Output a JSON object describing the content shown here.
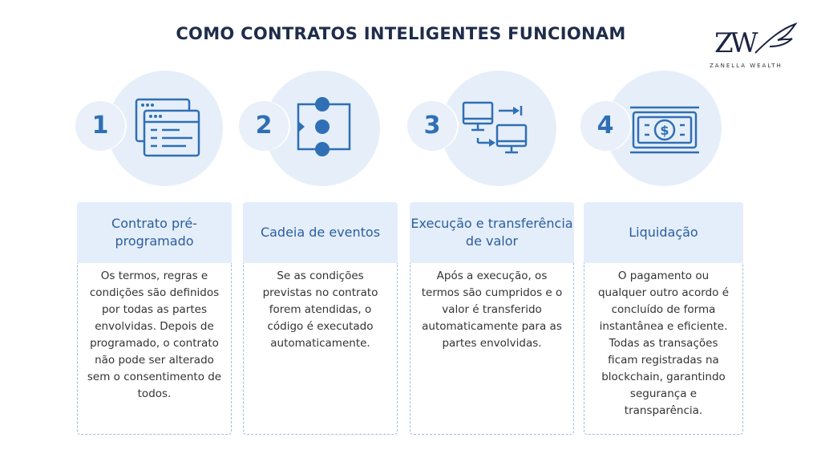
{
  "title": "COMO CONTRATOS INTELIGENTES FUNCIONAM",
  "logo": {
    "monogram": "ZW",
    "name": "ZANELLA WEALTH"
  },
  "colors": {
    "accent": "#2f6fb5",
    "heading": "#2a5d9e",
    "circle": "#e6eff9"
  },
  "steps": [
    {
      "number": "1",
      "icon": "browser-windows-icon",
      "heading": "Contrato pré-programado",
      "text": "Os termos, regras e condições são definidos por todas as partes envolvidas. Depois de programado, o contrato não pode ser alterado sem o consentimento de todos."
    },
    {
      "number": "2",
      "icon": "event-chain-icon",
      "heading": "Cadeia de eventos",
      "text": "Se as condições previstas no contrato forem atendidas, o código é executado automaticamente."
    },
    {
      "number": "3",
      "icon": "computer-transfer-icon",
      "heading": "Execução e transferência de valor",
      "text": "Após a execução, os termos são cumpridos e o valor é transferido automaticamente para as partes envolvidas."
    },
    {
      "number": "4",
      "icon": "banknote-icon",
      "heading": "Liquidação",
      "text": "O pagamento ou qualquer outro acordo é concluído de forma instantânea e eficiente. Todas as transações ficam registradas na blockchain, garantindo segurança e transparência."
    }
  ]
}
